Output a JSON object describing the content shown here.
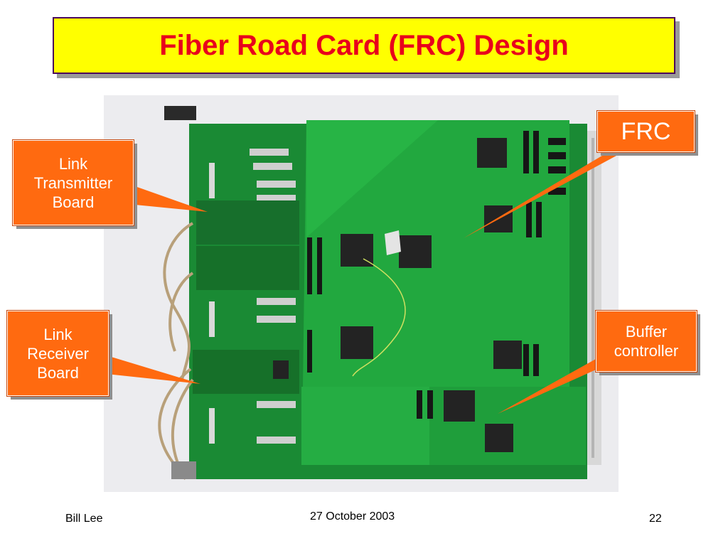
{
  "slide": {
    "title": "Fiber Road Card (FRC) Design",
    "photo_alt": "",
    "callouts": {
      "link_transmitter": "Link\nTransmitter\nBoard",
      "link_receiver": "Link\nReceiver\nBoard",
      "frc": "FRC",
      "buffer_controller": "Buffer\ncontroller"
    },
    "footer": {
      "author": "Bill Lee",
      "date": "27 October 2003",
      "page": "22"
    }
  },
  "colors": {
    "title_bg": "#ffff00",
    "title_text": "#e8001c",
    "callout": "#ff6a10",
    "pcb_green": "#1f9a3a"
  }
}
